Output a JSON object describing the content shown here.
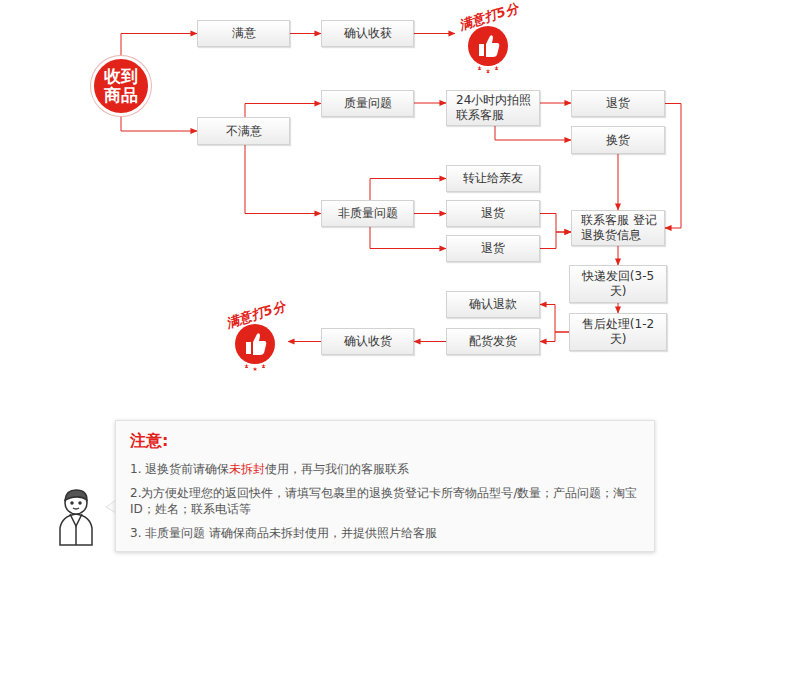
{
  "diagram": {
    "nodes": [
      {
        "text": [
          "收到商品"
        ]
      },
      {
        "text": [
          "满意"
        ]
      },
      {
        "text": [
          "确认收获"
        ]
      },
      {
        "text": [
          "满意打5分"
        ]
      },
      {
        "text": [
          "不满意"
        ]
      },
      {
        "text": [
          "质量问题"
        ]
      },
      {
        "text": [
          "24小时内拍照 联系客服"
        ]
      },
      {
        "text": [
          "退货"
        ]
      },
      {
        "text": [
          "换货"
        ]
      },
      {
        "text": [
          "转让给亲友"
        ]
      },
      {
        "text": [
          "非质量问题"
        ]
      },
      {
        "text": [
          "退货"
        ]
      },
      {
        "text": [
          "退货"
        ]
      },
      {
        "text": [
          "联系客服 登记退换货信息"
        ]
      },
      {
        "text": [
          "快递发回(3-5天)"
        ]
      },
      {
        "text": [
          "售后处理(1-2天)"
        ]
      },
      {
        "text": [
          "确认退款"
        ]
      },
      {
        "text": [
          "配货发货"
        ]
      },
      {
        "text": [
          "确认收货"
        ]
      },
      {
        "text": [
          "满意打5分"
        ]
      },
      {
        "text": [
          "注意:",
          "1. 退换货前请确保",
          "未拆封",
          "使用，再与我们的客服联系",
          "2.为方便处理您的返回快件，请填写包裹里的退换货登记卡所寄物品型号/数量；产品问题；淘宝ID；姓名；联系电话等",
          "3. 非质量问题 请确保商品未拆封使用，并提供照片给客服"
        ]
      }
    ],
    "edges": [
      {
        "from": 0,
        "to": 1,
        "arrow": "to"
      },
      {
        "from": 1,
        "to": 2,
        "arrow": "to"
      },
      {
        "from": 2,
        "to": 3,
        "arrow": "to"
      },
      {
        "from": 0,
        "to": 4,
        "arrow": "to"
      },
      {
        "from": 4,
        "to": 5,
        "arrow": "to"
      },
      {
        "from": 5,
        "to": 6,
        "arrow": "to"
      },
      {
        "from": 6,
        "to": 7,
        "arrow": "to"
      },
      {
        "from": 6,
        "to": 8,
        "arrow": "to"
      },
      {
        "from": 4,
        "to": 10,
        "arrow": "to"
      },
      {
        "from": 10,
        "to": 9,
        "arrow": "to"
      },
      {
        "from": 10,
        "to": 11,
        "arrow": "to"
      },
      {
        "from": 10,
        "to": 12,
        "arrow": "to"
      },
      {
        "from": 7,
        "to": 13,
        "arrow": "to"
      },
      {
        "from": 8,
        "to": 13,
        "arrow": "to"
      },
      {
        "from": 11,
        "to": 13,
        "arrow": "to"
      },
      {
        "from": 12,
        "to": 13,
        "arrow": "to"
      },
      {
        "from": 13,
        "to": 14,
        "arrow": "to"
      },
      {
        "from": 14,
        "to": 15,
        "arrow": "to"
      },
      {
        "from": 15,
        "to": 16,
        "arrow": "to"
      },
      {
        "from": 15,
        "to": 17,
        "arrow": "to"
      },
      {
        "from": 17,
        "to": 18,
        "arrow": "to"
      },
      {
        "from": 18,
        "to": 19,
        "arrow": "to"
      }
    ]
  }
}
